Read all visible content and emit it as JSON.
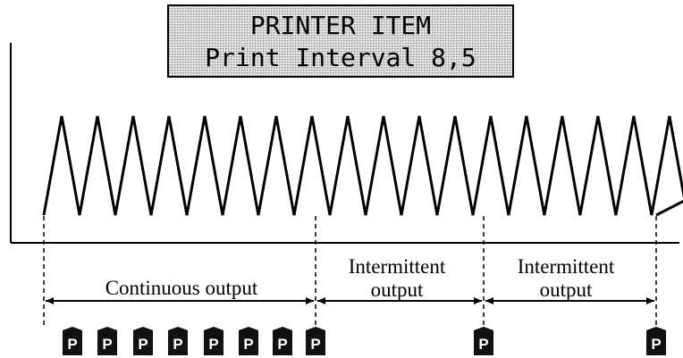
{
  "display": {
    "line1": "PRINTER ITEM",
    "line2": "Print Interval 8,5"
  },
  "segments": [
    {
      "label_lines": [
        "Continuous output"
      ]
    },
    {
      "label_lines": [
        "Intermittent",
        "output"
      ]
    },
    {
      "label_lines": [
        "Intermittent",
        "output"
      ]
    }
  ],
  "print_marker": {
    "label": "P",
    "count": 10
  },
  "colors": {
    "ink": "#000000",
    "lcd_background": "#c8c8c8",
    "marker_fill": "#111111"
  }
}
